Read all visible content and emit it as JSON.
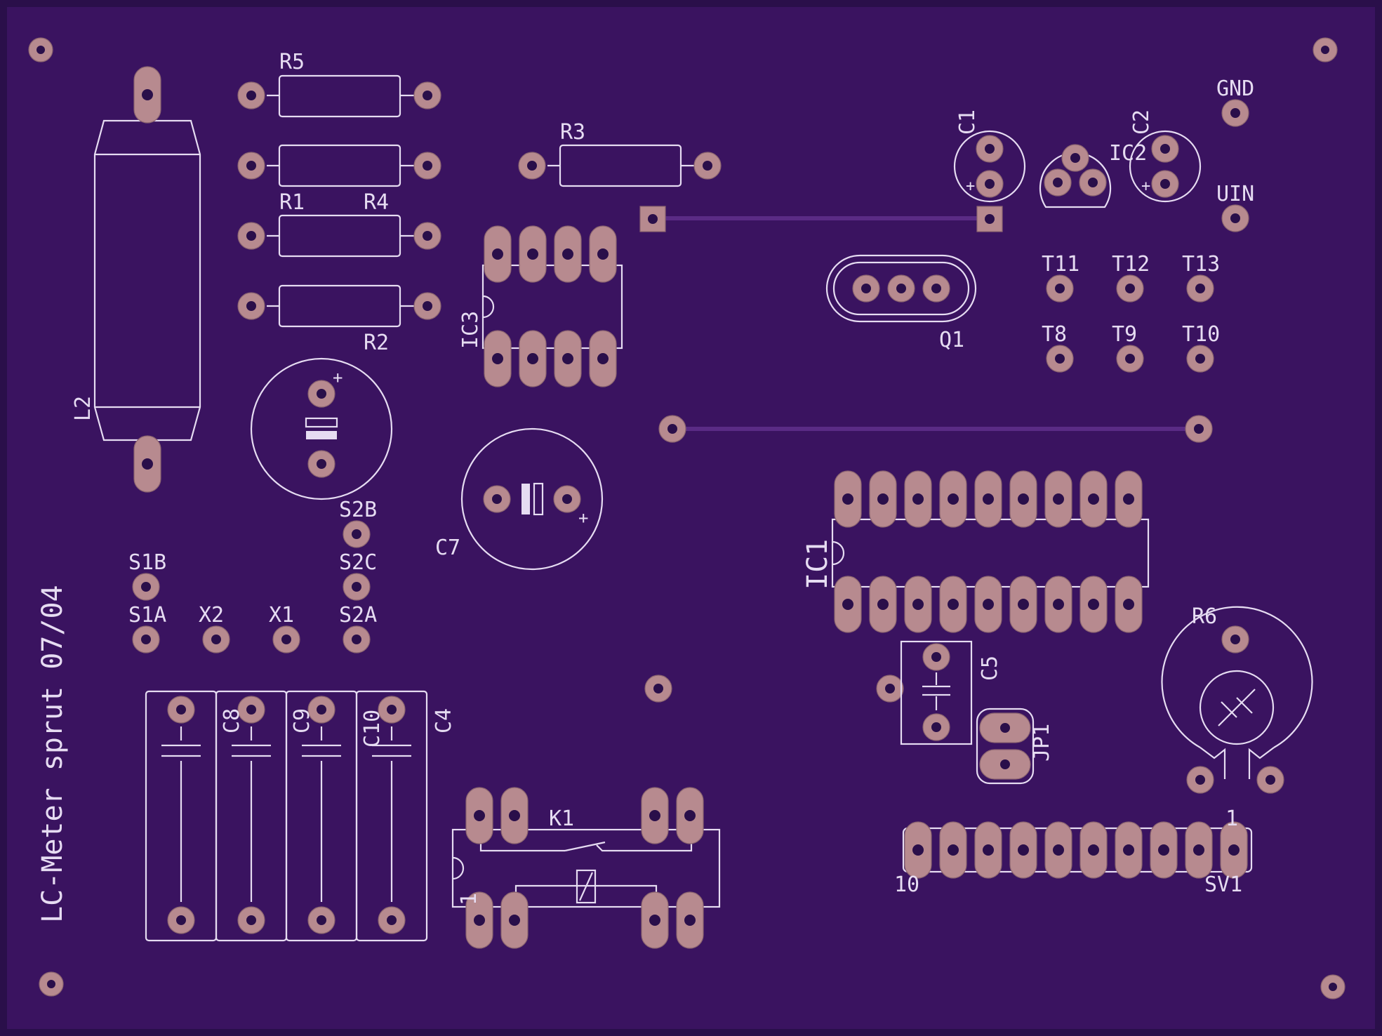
{
  "board": {
    "title_text": "LC-Meter sprut 07/04",
    "colors": {
      "board": "#3a1360",
      "edge": "#2a0f4a",
      "pad": "#b78a8f",
      "silk": "#e6dcf2"
    }
  },
  "labels": {
    "R5": "R5",
    "R1": "R1",
    "R4": "R4",
    "R2": "R2",
    "R3": "R3",
    "L2": "L2",
    "IC3": "IC3",
    "IC1": "IC1",
    "IC2": "IC2",
    "C1": "C1",
    "C2": "C2",
    "C4": "C4",
    "C5": "C5",
    "C7": "C7",
    "C8": "C8",
    "C9": "C9",
    "C10": "C10",
    "Q1": "Q1",
    "GND": "GND",
    "UIN": "UIN",
    "T8": "T8",
    "T9": "T9",
    "T10": "T10",
    "T11": "T11",
    "T12": "T12",
    "T13": "T13",
    "S1A": "S1A",
    "S1B": "S1B",
    "S2A": "S2A",
    "S2B": "S2B",
    "S2C": "S2C",
    "X1": "X1",
    "X2": "X2",
    "K1": "K1",
    "JP1": "JP1",
    "R6": "R6",
    "SV1": "SV1",
    "SV1_pin1": "1",
    "SV1_pin10": "10",
    "K1_pin1": "1",
    "plus": "+"
  }
}
